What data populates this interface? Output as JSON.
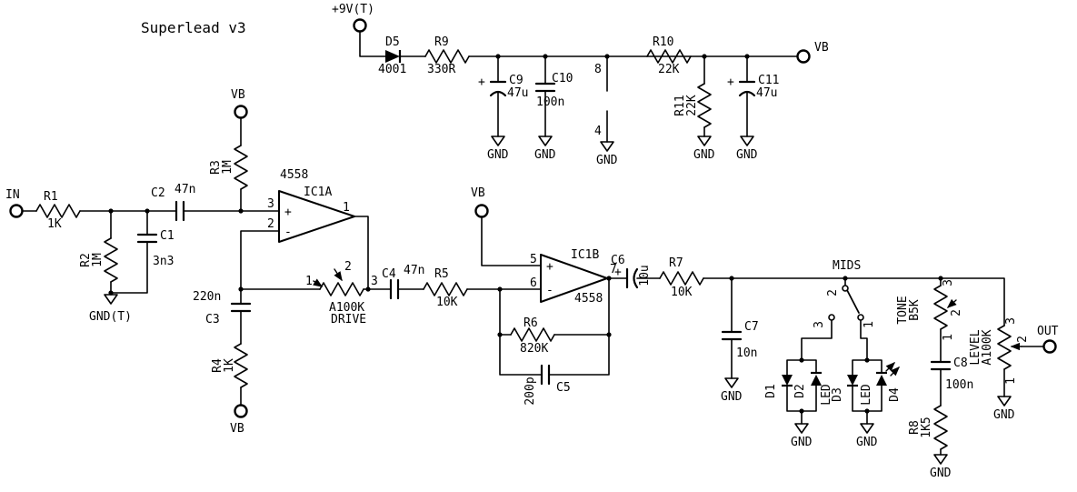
{
  "title": "Superlead v3",
  "colors": {
    "ink": "#000000",
    "background": "#ffffff"
  },
  "net_labels": {
    "power_in": "+9V(T)",
    "vb": "VB",
    "in": "IN",
    "out": "OUT",
    "gnd": "GND",
    "gnd_t": "GND(T)"
  },
  "ics": {
    "ic1a": {
      "name": "IC1A",
      "part": "4558",
      "plus": "+",
      "minus": "-",
      "pin_noninv": "3",
      "pin_inv": "2",
      "pin_out": "1"
    },
    "ic1b": {
      "name": "IC1B",
      "part": "4558",
      "plus": "+",
      "minus": "-",
      "pin_noninv": "5",
      "pin_inv": "6",
      "pin_out": "7"
    },
    "power_pins": {
      "vplus": "8",
      "gnd": "4"
    }
  },
  "resistors": {
    "r1": {
      "ref": "R1",
      "value": "1K"
    },
    "r2": {
      "ref": "R2",
      "value": "1M"
    },
    "r3": {
      "ref": "R3",
      "value": "1M"
    },
    "r4": {
      "ref": "R4",
      "value": "1K"
    },
    "r5": {
      "ref": "R5",
      "value": "10K"
    },
    "r6": {
      "ref": "R6",
      "value": "820K"
    },
    "r7": {
      "ref": "R7",
      "value": "10K"
    },
    "r8": {
      "ref": "R8",
      "value": "1K5"
    },
    "r9": {
      "ref": "R9",
      "value": "330R"
    },
    "r10": {
      "ref": "R10",
      "value": "22K"
    },
    "r11": {
      "ref": "R11",
      "value": "22K"
    }
  },
  "capacitors": {
    "c1": {
      "ref": "C1",
      "value": "3n3"
    },
    "c2": {
      "ref": "C2",
      "value": "47n"
    },
    "c3": {
      "ref": "C3",
      "value": "220n"
    },
    "c4": {
      "ref": "C4",
      "value": "47n"
    },
    "c5": {
      "ref": "C5",
      "value": "200p"
    },
    "c6": {
      "ref": "C6",
      "value": "10u",
      "polarity": "+"
    },
    "c7": {
      "ref": "C7",
      "value": "10n"
    },
    "c8": {
      "ref": "C8",
      "value": "100n"
    },
    "c9": {
      "ref": "C9",
      "value": "47u",
      "polarity": "+"
    },
    "c10": {
      "ref": "C10",
      "value": "100n"
    },
    "c11": {
      "ref": "C11",
      "value": "47u",
      "polarity": "+"
    }
  },
  "diodes": {
    "d1": {
      "ref": "D1"
    },
    "d2": {
      "ref": "D2"
    },
    "d3": {
      "ref": "D3",
      "type": "LED"
    },
    "d4": {
      "ref": "D4",
      "type": "LED"
    },
    "d5": {
      "ref": "D5",
      "value": "4001"
    }
  },
  "pots": {
    "drive": {
      "name": "DRIVE",
      "value": "A100K",
      "pin1": "1",
      "pin2": "2",
      "pin3": "3"
    },
    "tone": {
      "name": "TONE",
      "value": "B5K",
      "pin1": "1",
      "pin2": "2",
      "pin3": "3"
    },
    "level": {
      "name": "LEVEL",
      "value": "A100K",
      "pin1": "1",
      "pin2": "2",
      "pin3": "3"
    }
  },
  "switch": {
    "name": "MIDS",
    "pin1": "1",
    "pin2": "2",
    "pin3": "3"
  }
}
